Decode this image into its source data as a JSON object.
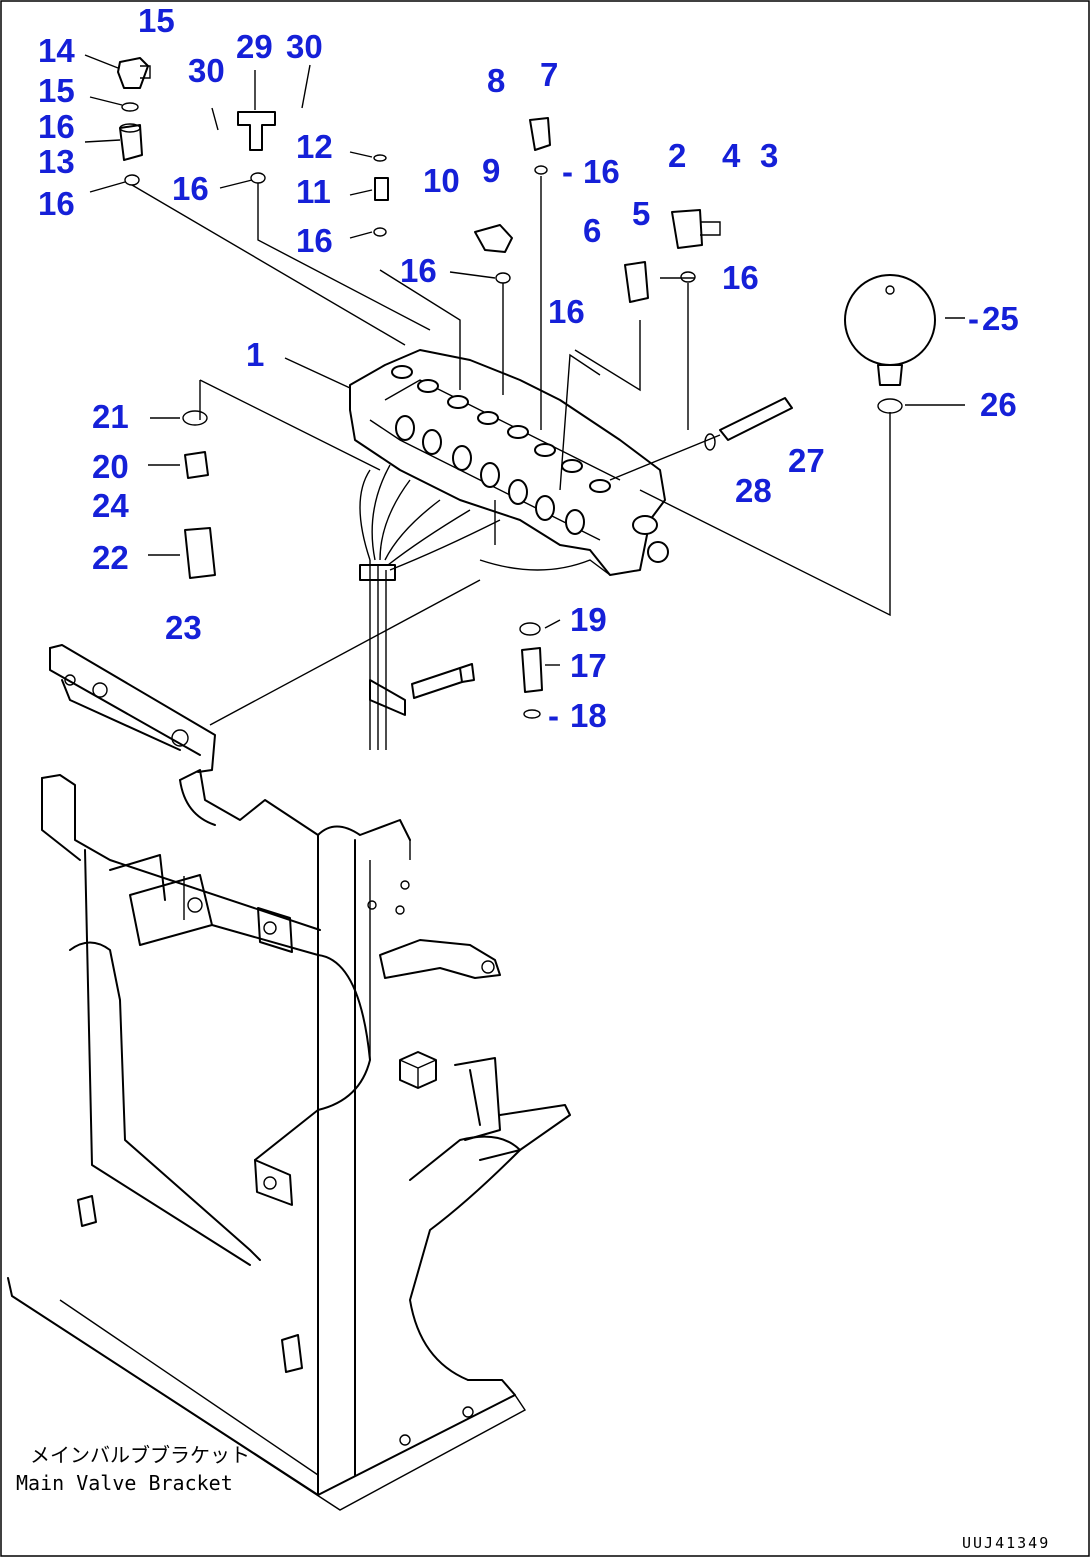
{
  "caption": {
    "japanese": "メインバルブブラケット",
    "english": "Main Valve Bracket"
  },
  "document_id": "UUJ41349",
  "callouts": [
    {
      "id": "c1",
      "text": "1"
    },
    {
      "id": "c2",
      "text": "2"
    },
    {
      "id": "c3",
      "text": "3"
    },
    {
      "id": "c4",
      "text": "4"
    },
    {
      "id": "c5",
      "text": "5"
    },
    {
      "id": "c6",
      "text": "6"
    },
    {
      "id": "c7",
      "text": "7"
    },
    {
      "id": "c8",
      "text": "8"
    },
    {
      "id": "c9",
      "text": "9"
    },
    {
      "id": "c10",
      "text": "10"
    },
    {
      "id": "c11",
      "text": "11"
    },
    {
      "id": "c12",
      "text": "12"
    },
    {
      "id": "c13",
      "text": "13"
    },
    {
      "id": "c14",
      "text": "14"
    },
    {
      "id": "c15a",
      "text": "15"
    },
    {
      "id": "c15b",
      "text": "15"
    },
    {
      "id": "c16a",
      "text": "16"
    },
    {
      "id": "c16b",
      "text": "16"
    },
    {
      "id": "c16c",
      "text": "16"
    },
    {
      "id": "c16d",
      "text": "16"
    },
    {
      "id": "c16e",
      "text": "16"
    },
    {
      "id": "c16f",
      "text": "16"
    },
    {
      "id": "c16g",
      "text": "16"
    },
    {
      "id": "c16h",
      "text": "16"
    },
    {
      "id": "c16i",
      "text": "16"
    },
    {
      "id": "c17",
      "text": "17"
    },
    {
      "id": "c18",
      "text": "18"
    },
    {
      "id": "c19",
      "text": "19"
    },
    {
      "id": "c20",
      "text": "20"
    },
    {
      "id": "c21",
      "text": "21"
    },
    {
      "id": "c22",
      "text": "22"
    },
    {
      "id": "c23",
      "text": "23"
    },
    {
      "id": "c24",
      "text": "24"
    },
    {
      "id": "c25",
      "text": "25"
    },
    {
      "id": "c26",
      "text": "26"
    },
    {
      "id": "c27",
      "text": "27"
    },
    {
      "id": "c28",
      "text": "28"
    },
    {
      "id": "c29",
      "text": "29"
    },
    {
      "id": "c30a",
      "text": "30"
    },
    {
      "id": "c30b",
      "text": "30"
    }
  ],
  "colors": {
    "callout": "#1520d8",
    "linework": "#000000",
    "background": "#ffffff"
  }
}
